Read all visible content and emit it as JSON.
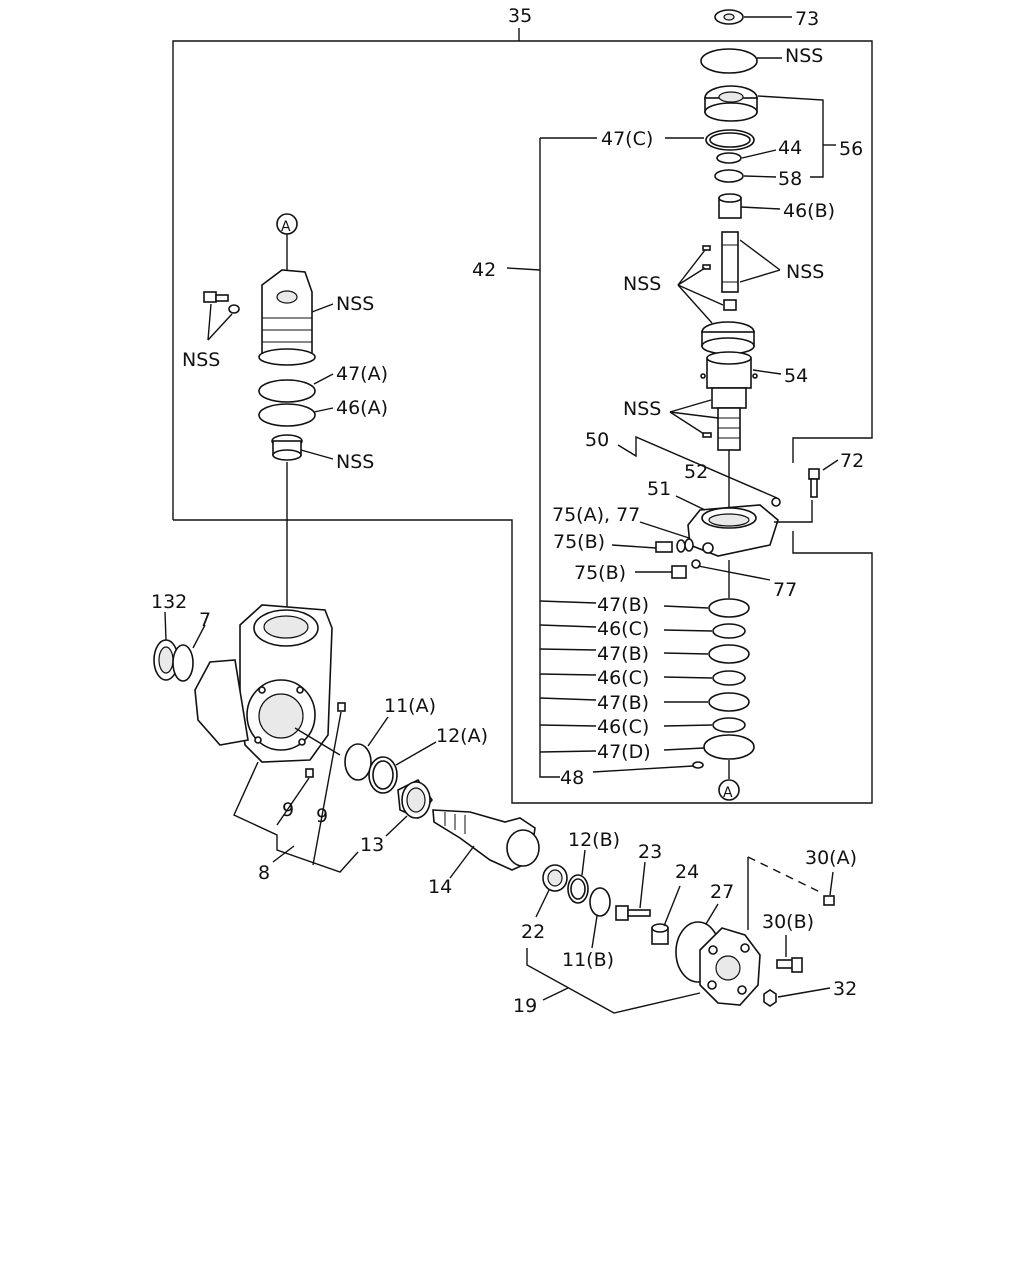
{
  "labels": {
    "l35": "35",
    "l73": "73",
    "nss_top": "NSS",
    "l56": "56",
    "l47c": "47(C)",
    "l44": "44",
    "l58": "58",
    "l46b": "46(B)",
    "l42": "42",
    "nss_mid_l": "NSS",
    "nss_mid_r": "NSS",
    "l54": "54",
    "nss_low": "NSS",
    "l50": "50",
    "l52": "52",
    "l72": "72",
    "l51": "51",
    "l75a77": "75(A), 77",
    "l75b1": "75(B)",
    "l75b2": "75(B)",
    "l77": "77",
    "r47b1": "47(B)",
    "r46c1": "46(C)",
    "r47b2": "47(B)",
    "r46c2": "46(C)",
    "r47b3": "47(B)",
    "r46c3": "46(C)",
    "r47d": "47(D)",
    "l48": "48",
    "circ_a_right": "A",
    "circ_a_left": "A",
    "nss_left1": "NSS",
    "nss_left2": "NSS",
    "l47a": "47(A)",
    "l46a": "46(A)",
    "nss_left3": "NSS",
    "l132": "132",
    "l7": "7",
    "l11a": "11(A)",
    "l12a": "12(A)",
    "l9a": "9",
    "l9b": "9",
    "l8": "8",
    "l13": "13",
    "l14": "14",
    "l12b": "12(B)",
    "l23": "23",
    "l24": "24",
    "l27": "27",
    "l30a": "30(A)",
    "l30b": "30(B)",
    "l32": "32",
    "l22": "22",
    "l11b": "11(B)",
    "l19": "19"
  }
}
